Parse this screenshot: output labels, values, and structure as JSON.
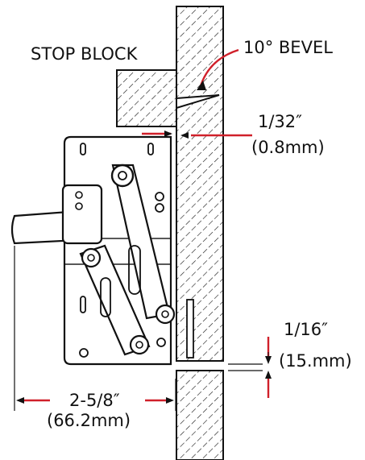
{
  "labels": {
    "stop_block": "STOP BLOCK",
    "bevel": "10° BEVEL",
    "gap_top_imperial": "1/32″",
    "gap_top_metric": "(0.8mm)",
    "gap_bottom_imperial": "1/16″",
    "gap_bottom_metric": "(15.mm)",
    "width_imperial": "2-5/8″",
    "width_metric": "(66.2mm)"
  },
  "colors": {
    "outline": "#111111",
    "dimension": "#d0202a",
    "background": "#ffffff"
  }
}
